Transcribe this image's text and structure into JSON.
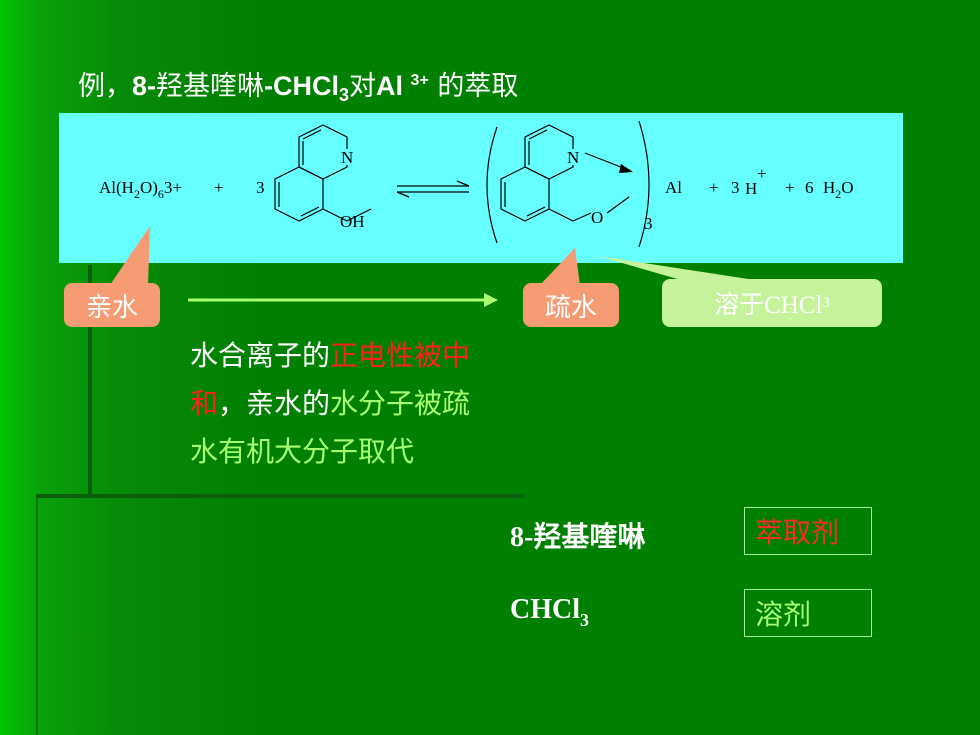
{
  "title": {
    "prefix": "例，",
    "reagent_a": "8-",
    "reagent_b": "羟基喹啉",
    "reagent_c": "-CHCl",
    "reagent_sub": "3",
    "middle": "对",
    "metal": "Al ",
    "metal_charge": "3+",
    "suffix": " 的萃取"
  },
  "reaction": {
    "reactant_complex": "Al(H2O)63+",
    "plus1": "+",
    "coeff_ligand": "3",
    "n_label": "N",
    "oh_label": "OH",
    "product_n": "N",
    "product_o": "O",
    "product_sub": "3",
    "product_metal": "Al",
    "plus2": "+",
    "coeff_h": "3",
    "h_ion": "H",
    "h_charge": "+",
    "plus3": "+",
    "coeff_water": "6",
    "water": "H2O"
  },
  "callouts": {
    "hydrophilic": "亲水",
    "hydrophobic": "疏水",
    "dissolve_prefix": "溶于CHCl",
    "dissolve_sub": "3"
  },
  "explanation": {
    "p1": "水合离子的",
    "p2": "正电性被中",
    "p3": "和",
    "p4": "，亲水的",
    "p5": "水分子被疏",
    "p6": "水有机大分子取代"
  },
  "terms": {
    "extractant_name": "8-羟基喹啉",
    "extractant_role": "萃取剂",
    "solvent_name": "CHCl",
    "solvent_sub": "3",
    "solvent_role": "溶剂"
  },
  "colors": {
    "background": "#008000",
    "panel": "#66ffff",
    "callout": "#f59c74",
    "callout_light": "#c5f29a",
    "highlight_red": "#ff2020",
    "highlight_lime": "#a8ff70"
  }
}
